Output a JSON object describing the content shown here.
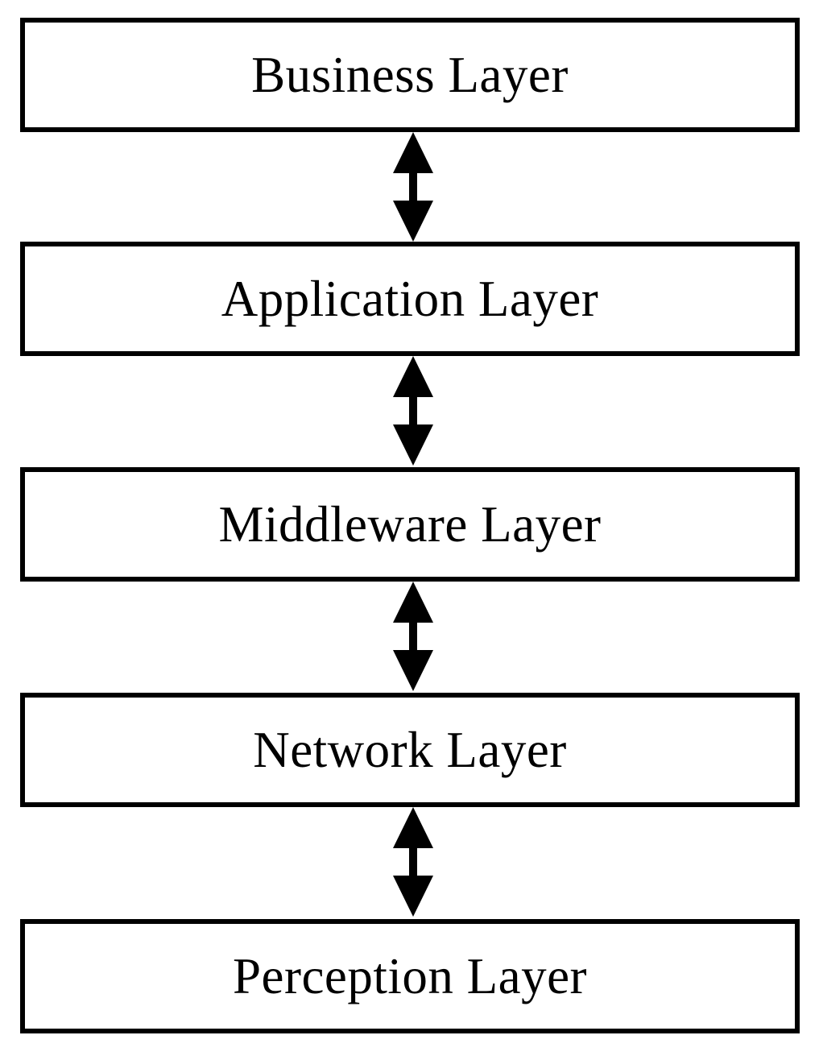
{
  "diagram": {
    "type": "layered-stack-diagram",
    "title": "",
    "background_color": "#ffffff",
    "stroke_color": "#000000",
    "text_color": "#000000",
    "layers": [
      {
        "label": "Business Layer"
      },
      {
        "label": "Application Layer"
      },
      {
        "label": "Middleware Layer"
      },
      {
        "label": "Network Layer"
      },
      {
        "label": "Perception Layer"
      }
    ],
    "connectors": [
      {
        "icon": "double-headed-vertical-arrow-icon",
        "from": "Business Layer",
        "to": "Application Layer"
      },
      {
        "icon": "double-headed-vertical-arrow-icon",
        "from": "Application Layer",
        "to": "Middleware Layer"
      },
      {
        "icon": "double-headed-vertical-arrow-icon",
        "from": "Middleware Layer",
        "to": "Network Layer"
      },
      {
        "icon": "double-headed-vertical-arrow-icon",
        "from": "Network Layer",
        "to": "Perception Layer"
      }
    ]
  }
}
